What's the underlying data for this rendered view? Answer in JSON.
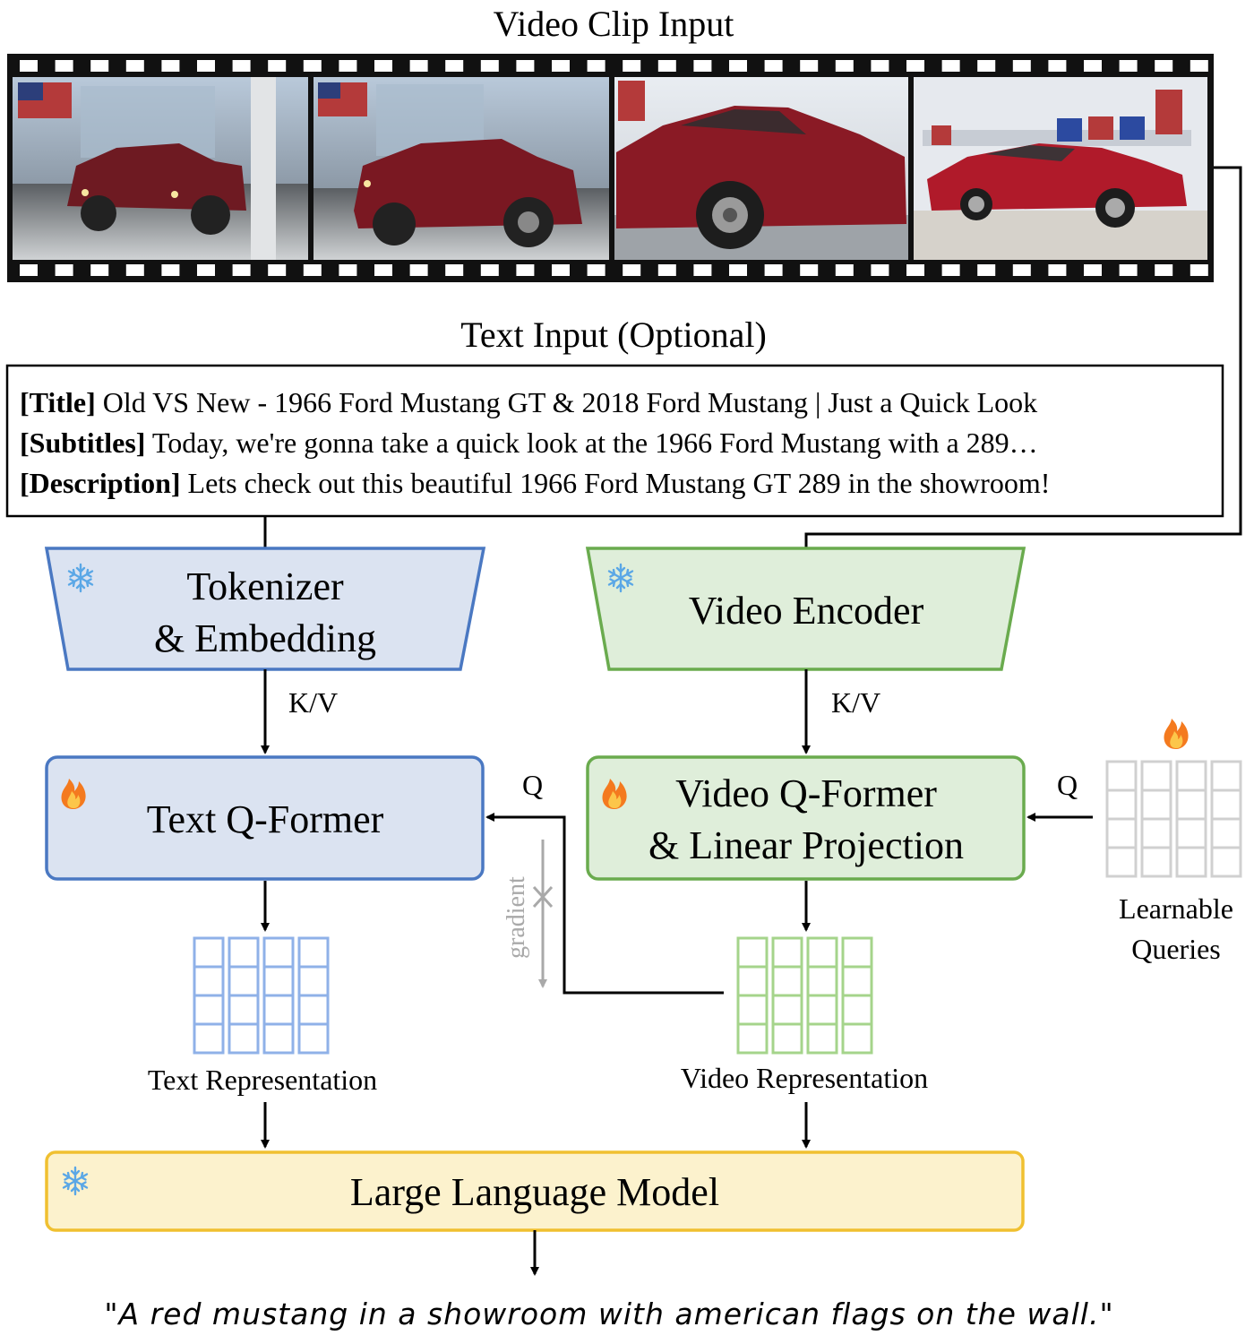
{
  "titles": {
    "video_clip_input": "Video Clip Input",
    "text_input": "Text Input (Optional)"
  },
  "text_input_lines": [
    {
      "tag": "[Title]",
      "text": " Old VS New - 1966 Ford Mustang GT & 2018 Ford Mustang | Just a Quick Look"
    },
    {
      "tag": "[Subtitles]",
      "text": " Today, we're gonna take a quick look at the 1966 Ford Mustang with a 289…"
    },
    {
      "tag": "[Description]",
      "text": " Lets check out this beautiful 1966 Ford Mustang GT 289 in the showroom!"
    }
  ],
  "modules": {
    "tokenizer": {
      "line1": "Tokenizer",
      "line2": "& Embedding",
      "icon": "snowflake-icon"
    },
    "video_encoder": {
      "label": "Video Encoder",
      "icon": "snowflake-icon"
    },
    "text_qformer": {
      "label": "Text Q-Former",
      "icon": "fire-icon"
    },
    "video_qformer": {
      "line1": "Video Q-Former",
      "line2": "& Linear Projection",
      "icon": "fire-icon"
    },
    "llm": {
      "label": "Large Language Model",
      "icon": "snowflake-icon"
    }
  },
  "arrow_labels": {
    "kv_text": "K/V",
    "kv_video": "K/V",
    "q_text": "Q",
    "q_video": "Q",
    "gradient": "gradient"
  },
  "queries": {
    "line1": "Learnable",
    "line2": "Queries",
    "icon": "fire-icon"
  },
  "representations": {
    "text": "Text Representation",
    "video": "Video Representation"
  },
  "output_caption": "\"A red mustang in a showroom with american flags on the wall.\"",
  "colors": {
    "blue_fill": "#dbe3f1",
    "blue_stroke": "#4a78c2",
    "green_fill": "#dfeeda",
    "green_stroke": "#6aab4e",
    "yellow_fill": "#fcf2cd",
    "yellow_stroke": "#f0c030",
    "blue_grid": "#8fb1e8",
    "green_grid": "#a5d48b",
    "gray_grid": "#d0d0d0",
    "fire": "#f47a1f",
    "snowflake": "#5aa7e6"
  }
}
